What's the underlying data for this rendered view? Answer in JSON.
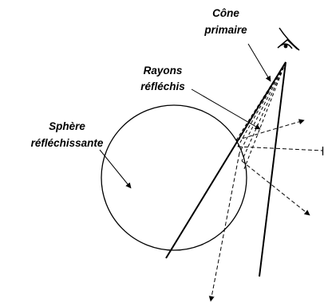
{
  "labels": {
    "primary_cone_line1": "Cône",
    "primary_cone_line2": "primaire",
    "reflected_rays_line1": "Rayons",
    "reflected_rays_line2": "réfléchis",
    "sphere_line1": "Sphère",
    "sphere_line2": "réfléchissante"
  },
  "colors": {
    "ink": "#000000",
    "background": "#ffffff"
  },
  "icons": {
    "viewer": "eye-icon"
  }
}
